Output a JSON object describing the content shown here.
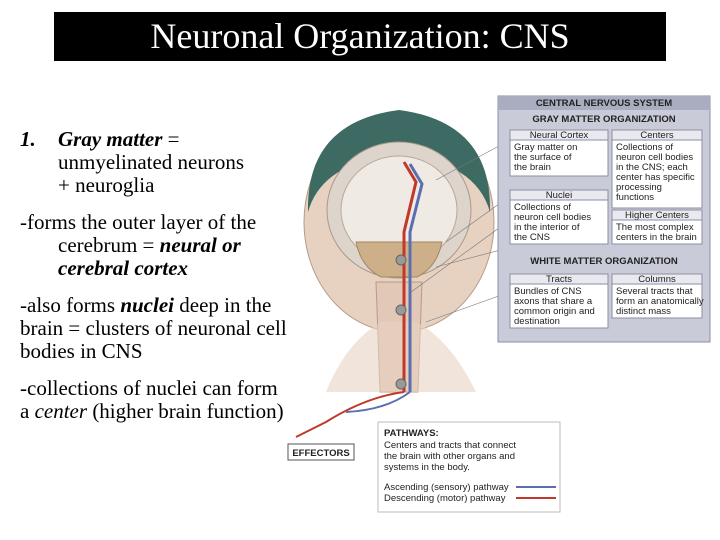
{
  "title": "Neuronal Organization: CNS",
  "bullets": {
    "item1_number": "1.",
    "item1_term": "Gray matter",
    "item1_eq": " =",
    "item1_line2": "unmyelinated neurons",
    "item1_line3": "+ neuroglia",
    "item2_pre": "-forms the outer layer of the cerebrum = ",
    "item2_term": "neural or cerebral cortex",
    "item3_pre": "-also forms ",
    "item3_term": "nuclei",
    "item3_post": "  deep in the brain = clusters of neuronal cell bodies in CNS",
    "item4_pre": "-collections of nuclei can form a ",
    "item4_term": "center",
    "item4_post": " (higher brain function)"
  },
  "figure": {
    "cns_header": "CENTRAL NERVOUS SYSTEM",
    "gray_header": "GRAY MATTER ORGANIZATION",
    "neural_cortex": {
      "label": "Neural Cortex",
      "lines": [
        "Gray matter on",
        "the surface of",
        "the brain"
      ]
    },
    "centers": {
      "label": "Centers",
      "lines": [
        "Collections of",
        "neuron cell bodies",
        "in the CNS; each",
        "center has specific",
        "processing",
        "functions"
      ]
    },
    "nuclei": {
      "label": "Nuclei",
      "lines": [
        "Collections of",
        "neuron cell bodies",
        "in the interior of",
        "the CNS"
      ]
    },
    "higher_centers": {
      "label": "Higher Centers",
      "lines": [
        "The most complex",
        "centers in the brain"
      ]
    },
    "white_header": "WHITE MATTER ORGANIZATION",
    "tracts": {
      "label": "Tracts",
      "lines": [
        "Bundles of CNS",
        "axons that share a",
        "common origin and",
        "destination"
      ]
    },
    "columns": {
      "label": "Columns",
      "lines": [
        "Several tracts that",
        "form an anatomically",
        "distinct mass"
      ]
    },
    "effectors": "EFFECTORS",
    "pathways": {
      "header": "PATHWAYS:",
      "lines": [
        "Centers and tracts that connect",
        "the brain with other organs and",
        "systems in the body."
      ],
      "ascending": "Ascending (sensory) pathway",
      "descending": "Descending (motor) pathway",
      "ascending_color": "#5a6fb0",
      "descending_color": "#c0392b"
    }
  }
}
